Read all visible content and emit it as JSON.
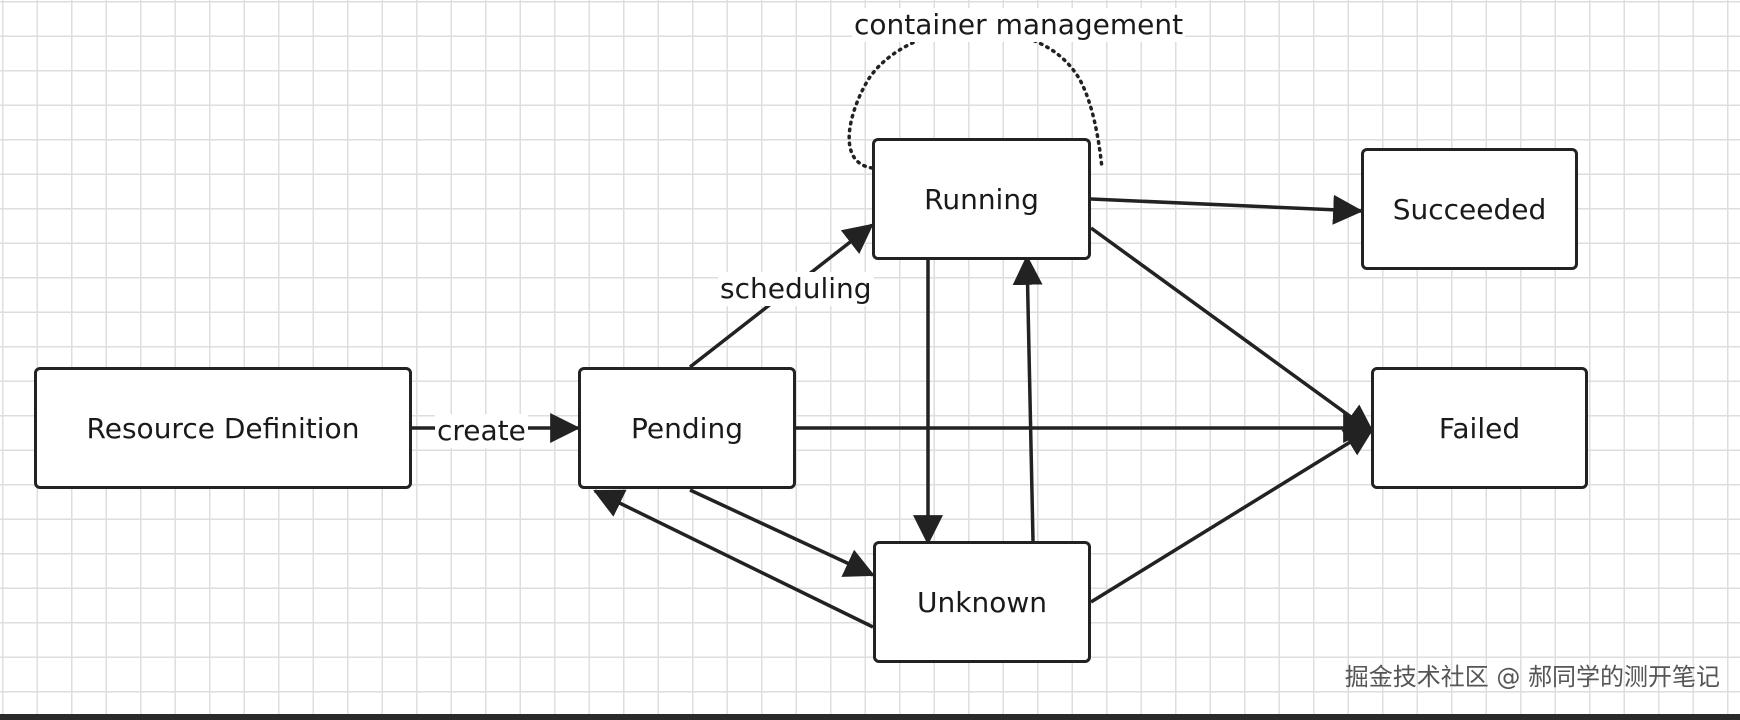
{
  "diagram": {
    "nodes": {
      "resource_definition": "Resource Definition",
      "pending": "Pending",
      "running": "Running",
      "succeeded": "Succeeded",
      "failed": "Failed",
      "unknown": "Unknown"
    },
    "edge_labels": {
      "create": "create",
      "scheduling": "scheduling",
      "container_management": "container management"
    }
  },
  "watermark": "掘金技术社区 @ 郝同学的测开笔记",
  "colors": {
    "stroke": "#222222",
    "grid": "#dedede",
    "background": "#ffffff"
  }
}
